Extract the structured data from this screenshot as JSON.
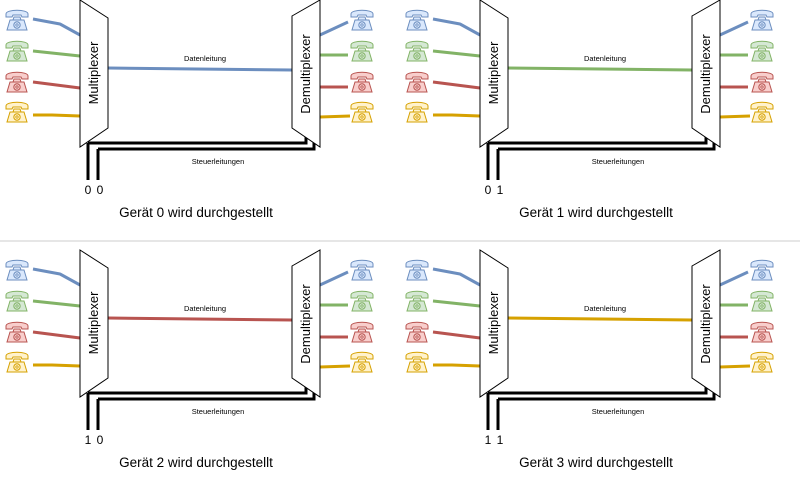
{
  "colors": {
    "blue": "#6c8ebf",
    "green": "#82b366",
    "red": "#b85450",
    "yellow": "#d6a100",
    "blue_fill": "#dae8fc",
    "green_fill": "#d5e8d4",
    "red_fill": "#f8cecc",
    "yellow_fill": "#fff2cc",
    "control": "#000000",
    "divider": "#cccccc"
  },
  "line_order": [
    "blue",
    "green",
    "red",
    "yellow"
  ],
  "panels": [
    {
      "selected": "blue",
      "bits": [
        "0",
        "0"
      ],
      "caption": "Gerät 0 wird durchgestellt",
      "mux_label": "Multiplexer",
      "demux_label": "Demultiplexer",
      "data_label": "Datenleitung",
      "control_label": "Steuerleitungen"
    },
    {
      "selected": "green",
      "bits": [
        "0",
        "1"
      ],
      "caption": "Gerät 1 wird durchgestellt",
      "mux_label": "Multiplexer",
      "demux_label": "Demultiplexer",
      "data_label": "Datenleitung",
      "control_label": "Steuerleitungen"
    },
    {
      "selected": "red",
      "bits": [
        "1",
        "0"
      ],
      "caption": "Gerät 2 wird durchgestellt",
      "mux_label": "Multiplexer",
      "demux_label": "Demultiplexer",
      "data_label": "Datenleitung",
      "control_label": "Steuerleitungen"
    },
    {
      "selected": "yellow",
      "bits": [
        "1",
        "1"
      ],
      "caption": "Gerät 3 wird durchgestellt",
      "mux_label": "Multiplexer",
      "demux_label": "Demultiplexer",
      "data_label": "Datenleitung",
      "control_label": "Steuerleitungen"
    }
  ]
}
